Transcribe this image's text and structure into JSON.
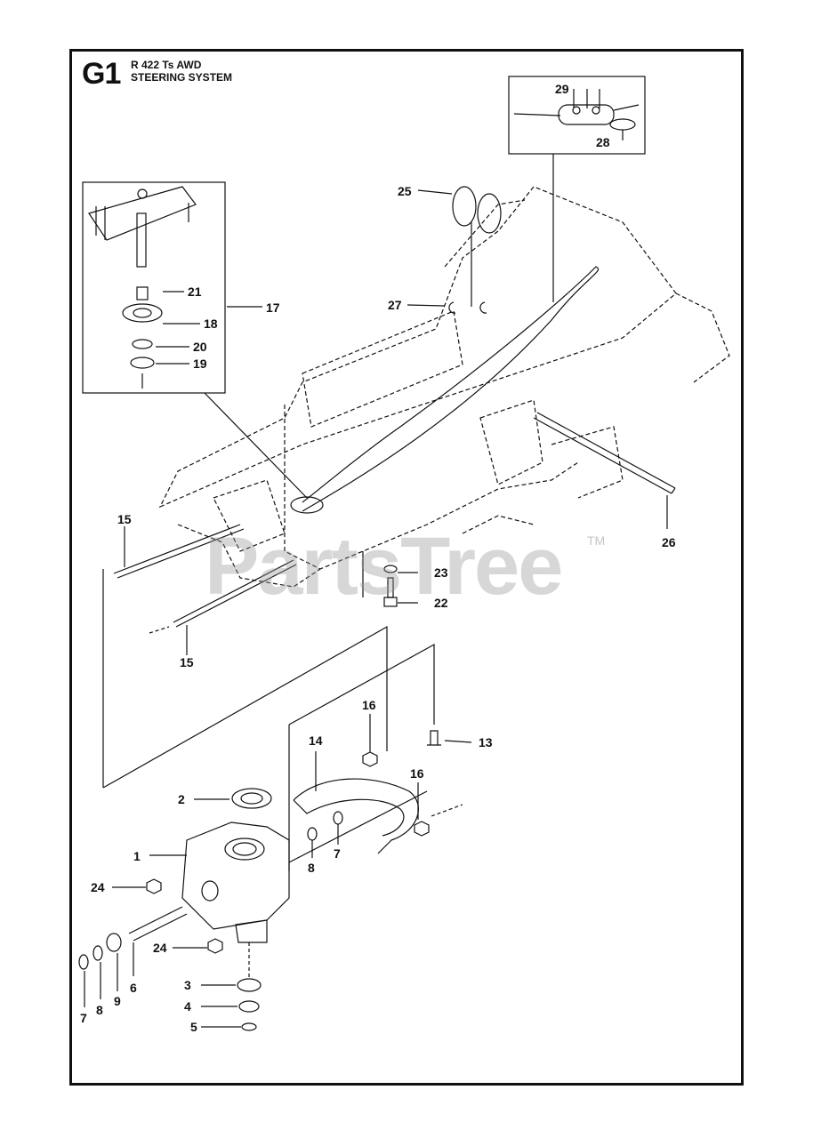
{
  "header": {
    "section_code": "G1",
    "model": "R 422 Ts AWD",
    "system_title": "STEERING SYSTEM"
  },
  "watermark": {
    "text": "PartsTree",
    "trademark": "TM"
  },
  "part_labels": [
    "1",
    "2",
    "3",
    "4",
    "5",
    "6",
    "7",
    "7",
    "8",
    "8",
    "9",
    "13",
    "14",
    "15",
    "15",
    "16",
    "16",
    "17",
    "18",
    "19",
    "20",
    "21",
    "22",
    "23",
    "24",
    "24",
    "25",
    "26",
    "27",
    "28",
    "29"
  ],
  "colors": {
    "line": "#111111",
    "watermark": "#9a9a9a",
    "background": "#ffffff"
  }
}
